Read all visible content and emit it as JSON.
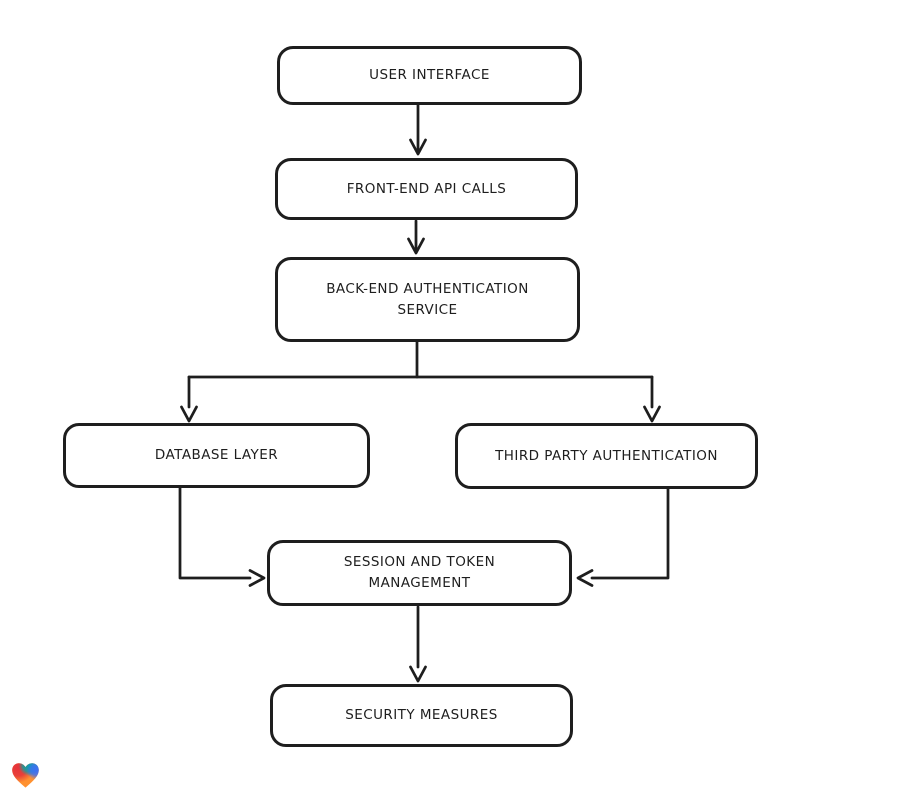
{
  "app": {
    "type": "flowchart-diagram",
    "background_color": "#ffffff",
    "stroke_color": "#1e1e1e"
  },
  "diagram": {
    "nodes": [
      {
        "id": "user-interface",
        "label": "USER INTERFACE"
      },
      {
        "id": "front-end-api-calls",
        "label": "FRONT-END API CALLS"
      },
      {
        "id": "back-end-authentication-service",
        "label": "BACK-END AUTHENTICATION\nSERVICE"
      },
      {
        "id": "database-layer",
        "label": "DATABASE LAYER"
      },
      {
        "id": "third-party-authentication",
        "label": "THIRD PARTY AUTHENTICATION"
      },
      {
        "id": "session-and-token-management",
        "label": "SESSION AND TOKEN\nMANAGEMENT"
      },
      {
        "id": "security-measures",
        "label": "SECURITY MEASURES"
      }
    ],
    "edges": [
      {
        "from": "user-interface",
        "to": "front-end-api-calls"
      },
      {
        "from": "front-end-api-calls",
        "to": "back-end-authentication-service"
      },
      {
        "from": "back-end-authentication-service",
        "to": "database-layer"
      },
      {
        "from": "back-end-authentication-service",
        "to": "third-party-authentication"
      },
      {
        "from": "database-layer",
        "to": "session-and-token-management"
      },
      {
        "from": "third-party-authentication",
        "to": "session-and-token-management"
      },
      {
        "from": "session-and-token-management",
        "to": "security-measures"
      }
    ]
  },
  "branding": {
    "logo": "lovable-heart-logo",
    "logo_colors": {
      "red": "#E5323B",
      "orange": "#FF9130",
      "teal": "#00A7A7",
      "blue": "#3B6FF6"
    }
  }
}
